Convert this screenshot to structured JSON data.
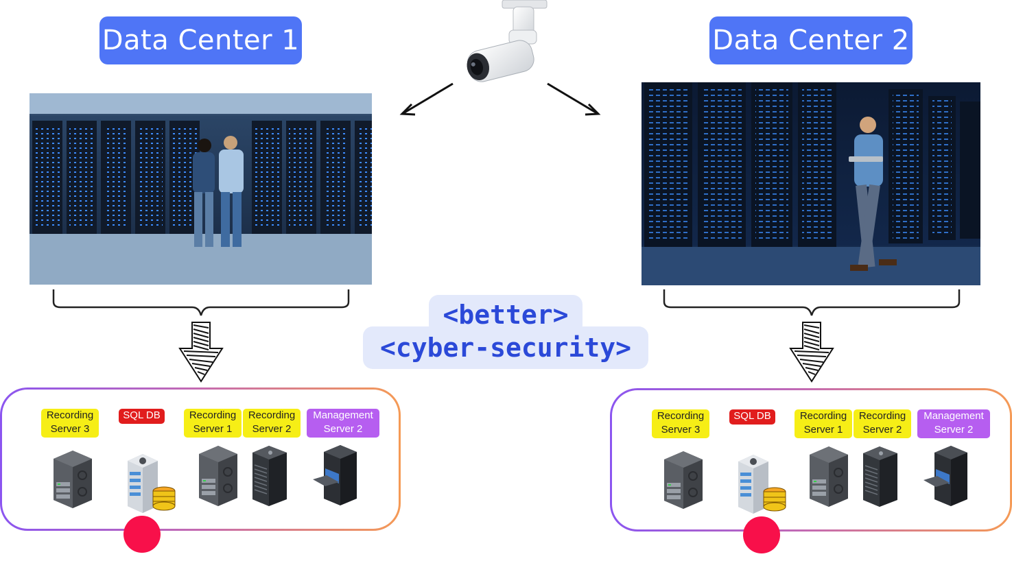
{
  "left": {
    "title": "Data Center 1",
    "servers": [
      {
        "line1": "Recording",
        "line2": "Server 3",
        "color": "yellow",
        "icon": "tower-server-icon"
      },
      {
        "line1": "SQL DB",
        "line2": "",
        "color": "red",
        "icon": "database-server-icon"
      },
      {
        "line1": "Recording",
        "line2": "Server 1",
        "color": "yellow",
        "icon": "tower-server-icon"
      },
      {
        "line1": "Recording",
        "line2": "Server 2",
        "color": "yellow",
        "icon": "rack-server-icon"
      },
      {
        "line1": "Management",
        "line2": "Server 2",
        "color": "purple",
        "icon": "management-server-icon"
      }
    ]
  },
  "right": {
    "title": "Data Center 2",
    "servers": [
      {
        "line1": "Recording",
        "line2": "Server 3",
        "color": "yellow",
        "icon": "tower-server-icon"
      },
      {
        "line1": "SQL DB",
        "line2": "",
        "color": "red",
        "icon": "database-server-icon"
      },
      {
        "line1": "Recording",
        "line2": "Server 1",
        "color": "yellow",
        "icon": "tower-server-icon"
      },
      {
        "line1": "Recording",
        "line2": "Server 2",
        "color": "yellow",
        "icon": "rack-server-icon"
      },
      {
        "line1": "Management",
        "line2": "Server 2",
        "color": "purple",
        "icon": "management-server-icon"
      }
    ]
  },
  "center": {
    "line1": "<better>",
    "line2": "<cyber-security>"
  },
  "colors": {
    "title_bg": "#4f75f6",
    "code_bg": "#e3e9fb",
    "code_text": "#2b49d8",
    "tag_yellow": "#f6ee16",
    "tag_red": "#e11d1d",
    "tag_purple": "#b65ef0",
    "dot": "#f8104a"
  }
}
